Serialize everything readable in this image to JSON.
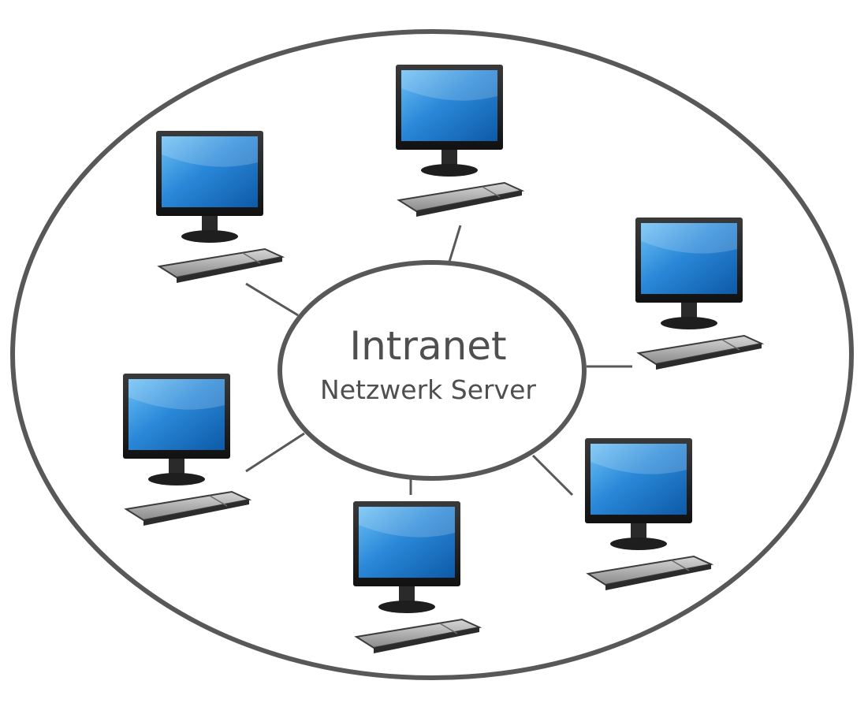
{
  "diagram": {
    "hub": {
      "title": "Intranet",
      "subtitle": "Netzwerk Server"
    },
    "nodes": [
      {
        "id": "top-left"
      },
      {
        "id": "top"
      },
      {
        "id": "right"
      },
      {
        "id": "left"
      },
      {
        "id": "bottom"
      },
      {
        "id": "bottom-right"
      }
    ],
    "colors": {
      "outline": "#555555",
      "screen": "#1a73c8",
      "screen_highlight": "#5fb0f0",
      "monitor_frame": "#1c1c1c",
      "keyboard": "#9a9a9a",
      "text": "#4f4f4f"
    }
  }
}
